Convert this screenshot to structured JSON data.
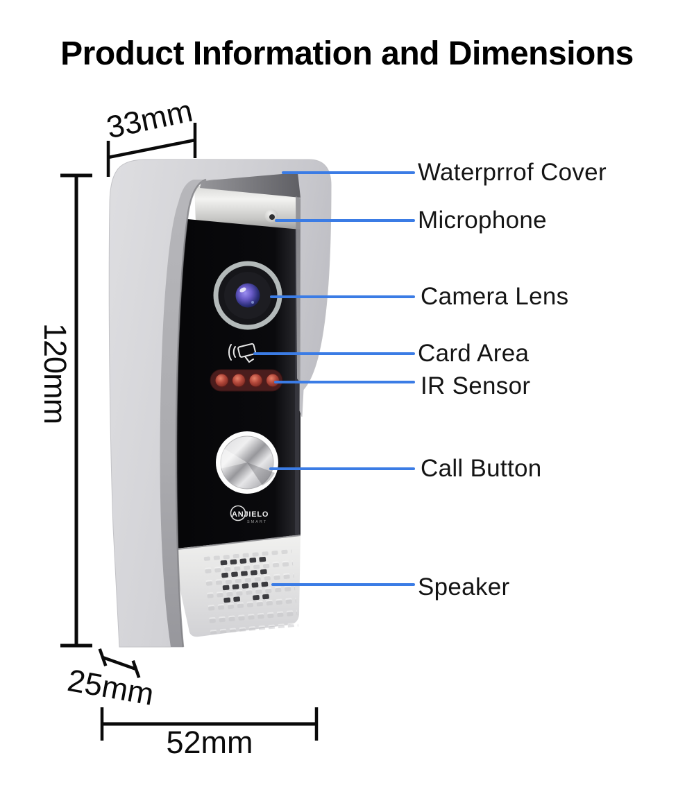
{
  "title": "Product Information and Dimensions",
  "labels": [
    {
      "text": "Waterprrof Cover"
    },
    {
      "text": "Microphone"
    },
    {
      "text": "Camera Lens"
    },
    {
      "text": "Card Area"
    },
    {
      "text": "IR Sensor"
    },
    {
      "text": "Call Button"
    },
    {
      "text": "Speaker"
    }
  ],
  "dimensions": {
    "top_width": "33mm",
    "height": "120mm",
    "depth": "25mm",
    "bottom_width": "52mm"
  },
  "device": {
    "logo_text": "ANJIELO",
    "logo_subtext": "SMART"
  },
  "colors": {
    "leader": "#3b7ce5",
    "label": "#141414",
    "dim": "#0a0a0a",
    "title": "#000000",
    "hood_gray": "#d3d3d6",
    "panel_black": "#0a0a0c",
    "silver_band": "#e8e8e6",
    "ir_bar": "#4a1d1d",
    "ir_led": "#b1473a",
    "lens_blue": "#5547b0"
  }
}
